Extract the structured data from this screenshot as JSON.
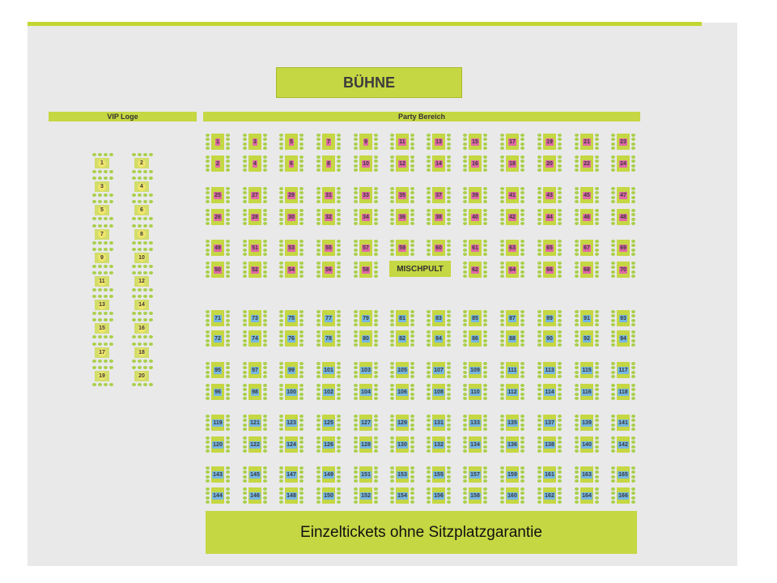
{
  "stage_label": "BÜHNE",
  "vip_header": "VIP Loge",
  "party_header": "Party Bereich",
  "mischpult_label": "MISCHPULT",
  "footer_text": "Einzeltickets ohne Sitzplatzgarantie",
  "colors": {
    "accent_green": "#c5d742",
    "pink_table": "#e268a8",
    "blue_table": "#76b7e3",
    "vip_table": "#f1e56b",
    "background": "#e9e9e9"
  },
  "vip_tables": [
    "1",
    "2",
    "3",
    "4",
    "5",
    "6",
    "7",
    "8",
    "9",
    "10",
    "11",
    "12",
    "13",
    "14",
    "15",
    "16",
    "17",
    "18",
    "19",
    "20"
  ],
  "party_rows": [
    [
      "1",
      "3",
      "5",
      "7",
      "9",
      "11",
      "13",
      "15",
      "17",
      "19",
      "21",
      "23"
    ],
    [
      "2",
      "4",
      "6",
      "8",
      "10",
      "12",
      "14",
      "16",
      "18",
      "20",
      "22",
      "24"
    ],
    [
      "25",
      "27",
      "29",
      "31",
      "33",
      "35",
      "37",
      "39",
      "41",
      "43",
      "45",
      "47"
    ],
    [
      "26",
      "28",
      "30",
      "32",
      "34",
      "36",
      "38",
      "40",
      "42",
      "44",
      "46",
      "48"
    ],
    [
      "49",
      "51",
      "53",
      "55",
      "57",
      "59",
      "60",
      "61",
      "63",
      "65",
      "67",
      "69"
    ],
    [
      "50",
      "52",
      "54",
      "56",
      "58",
      "",
      "",
      "62",
      "64",
      "66",
      "68",
      "70"
    ],
    [
      "71",
      "73",
      "75",
      "77",
      "79",
      "81",
      "83",
      "85",
      "87",
      "89",
      "91",
      "93"
    ],
    [
      "72",
      "74",
      "76",
      "78",
      "80",
      "82",
      "84",
      "86",
      "88",
      "90",
      "92",
      "94"
    ],
    [
      "95",
      "97",
      "99",
      "101",
      "103",
      "105",
      "107",
      "109",
      "111",
      "113",
      "115",
      "117"
    ],
    [
      "96",
      "98",
      "100",
      "102",
      "104",
      "106",
      "108",
      "110",
      "112",
      "114",
      "116",
      "118"
    ],
    [
      "119",
      "121",
      "123",
      "125",
      "127",
      "129",
      "131",
      "133",
      "135",
      "137",
      "139",
      "141"
    ],
    [
      "120",
      "122",
      "124",
      "126",
      "128",
      "130",
      "132",
      "134",
      "136",
      "138",
      "140",
      "142"
    ],
    [
      "143",
      "145",
      "147",
      "149",
      "151",
      "153",
      "155",
      "157",
      "159",
      "161",
      "163",
      "165"
    ],
    [
      "144",
      "146",
      "148",
      "150",
      "152",
      "154",
      "156",
      "158",
      "160",
      "162",
      "164",
      "166"
    ]
  ]
}
